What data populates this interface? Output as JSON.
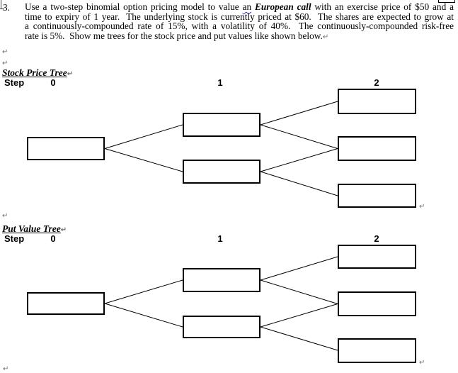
{
  "question": {
    "number": "3.",
    "lines": [
      [
        {
          "t": "Use a two-step binomial option pricing model to value ",
          "name": "question-text"
        },
        {
          "t": "an",
          "cls": "grammar",
          "name": "grammar-flagged-word"
        },
        {
          "t": " ",
          "name": "question-text"
        },
        {
          "t": "European call",
          "cls": "bi",
          "name": "emphasized-term"
        },
        {
          "t": " with an exercise price of $50 and a",
          "name": "question-text"
        }
      ],
      [
        {
          "t": "time to expiry of 1 year.  The underlying stock is currently priced at $60.  The shares are expected to grow at",
          "name": "question-text"
        }
      ],
      [
        {
          "t": "a continuously-compounded rate of 15%, with a volatility of 40%.  The continuously-compounded risk-free",
          "name": "question-text"
        }
      ],
      [
        {
          "t": "rate is 5%.  Show me trees for the stock price and put values like shown below.",
          "name": "question-text"
        },
        {
          "t": "↵",
          "cls": "mark",
          "name": "paragraph-mark"
        }
      ]
    ]
  },
  "formatting_marks": {
    "pilcrow": "↵"
  },
  "stock_tree": {
    "title": "Stock Price Tree",
    "step_label": "Step",
    "step_columns": [
      "0",
      "1",
      "2"
    ],
    "nodes": [
      {
        "id": "step0",
        "step": 0,
        "value": ""
      },
      {
        "id": "step1-up",
        "step": 1,
        "value": ""
      },
      {
        "id": "step1-down",
        "step": 1,
        "value": ""
      },
      {
        "id": "step2-up",
        "step": 2,
        "value": ""
      },
      {
        "id": "step2-mid",
        "step": 2,
        "value": ""
      },
      {
        "id": "step2-down",
        "step": 2,
        "value": ""
      }
    ]
  },
  "put_tree": {
    "title": "Put Value Tree",
    "step_label": "Step",
    "step_columns": [
      "0",
      "1",
      "2"
    ],
    "nodes": [
      {
        "id": "step0",
        "step": 0,
        "value": ""
      },
      {
        "id": "step1-up",
        "step": 1,
        "value": ""
      },
      {
        "id": "step1-down",
        "step": 1,
        "value": ""
      },
      {
        "id": "step2-up",
        "step": 2,
        "value": ""
      },
      {
        "id": "step2-mid",
        "step": 2,
        "value": ""
      },
      {
        "id": "step2-down",
        "step": 2,
        "value": ""
      }
    ]
  },
  "colors": {
    "text": "#000000",
    "box_border": "#000000",
    "connector_line": "#000000",
    "grammar_underline": "#3b3bd0",
    "formatting_mark_gray": "#6e6e6e"
  }
}
